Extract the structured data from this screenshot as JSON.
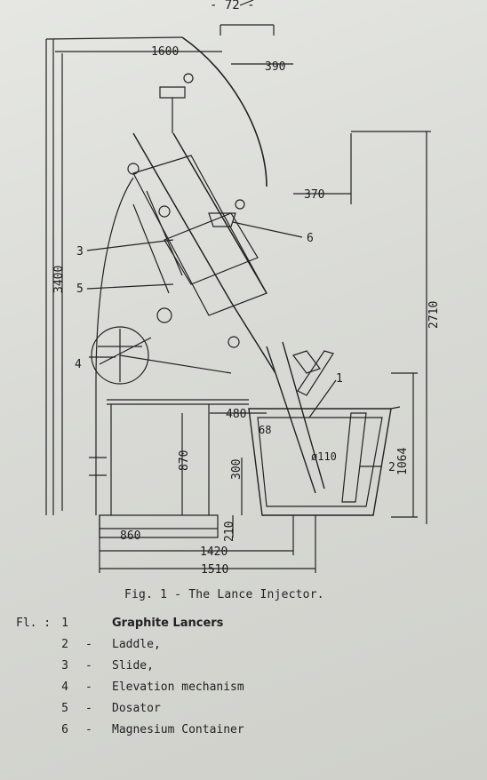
{
  "page_number": "- 72 -",
  "figure": {
    "caption": "Fig. 1 - The Lance Injector.",
    "dimensions": {
      "d1600": "1600",
      "d390": "390",
      "d370": "370",
      "d3400": "3400",
      "d2710": "2710",
      "d480": "480",
      "d870": "870",
      "d300": "300",
      "d210": "210",
      "d860": "860",
      "d1420": "1420",
      "d1510": "1510",
      "d1064": "1064",
      "d68": "68",
      "d110": "ø110"
    },
    "callouts": [
      "1",
      "2",
      "3",
      "4",
      "5",
      "6"
    ]
  },
  "legend": {
    "prefix": "Fl. :",
    "items": [
      {
        "num": "1",
        "dash": "",
        "label": "Graphite Lancers"
      },
      {
        "num": "2",
        "dash": "-",
        "label": "Laddle,"
      },
      {
        "num": "3",
        "dash": "-",
        "label": "Slide,"
      },
      {
        "num": "4",
        "dash": "-",
        "label": "Elevation mechanism"
      },
      {
        "num": "5",
        "dash": "-",
        "label": "Dosator"
      },
      {
        "num": "6",
        "dash": "-",
        "label": "Magnesium Container"
      }
    ]
  }
}
